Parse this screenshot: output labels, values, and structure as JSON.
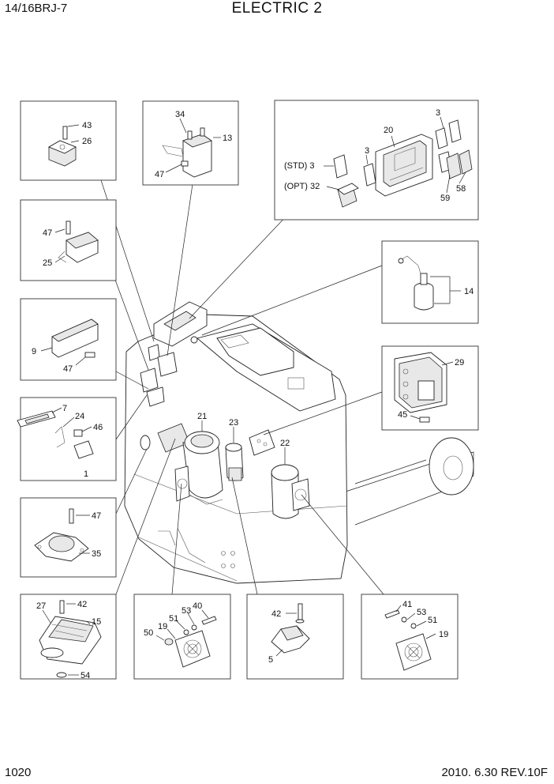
{
  "header": {
    "model": "14/16BRJ-7",
    "title": "ELECTRIC 2"
  },
  "footer": {
    "page": "1020",
    "revision": "2010. 6.30  REV.10F"
  },
  "panels": [
    {
      "id": "p1",
      "labels": [
        "43",
        "26"
      ]
    },
    {
      "id": "p2",
      "labels": [
        "34",
        "13",
        "47"
      ]
    },
    {
      "id": "p3",
      "labels": [
        "20",
        "3",
        "3",
        "(STD) 3",
        "(OPT) 32",
        "59",
        "58"
      ]
    },
    {
      "id": "p4",
      "labels": [
        "47",
        "25"
      ]
    },
    {
      "id": "p5",
      "labels": [
        "14"
      ]
    },
    {
      "id": "p6",
      "labels": [
        "9",
        "47"
      ]
    },
    {
      "id": "p7",
      "labels": [
        "29",
        "45"
      ]
    },
    {
      "id": "p8",
      "labels": [
        "7",
        "24",
        "46",
        "1"
      ]
    },
    {
      "id": "p9",
      "labels": [
        "47",
        "35"
      ]
    },
    {
      "id": "p10",
      "labels": [
        "27",
        "42",
        "15",
        "54"
      ]
    },
    {
      "id": "p11",
      "labels": [
        "40",
        "53",
        "51",
        "19",
        "50"
      ]
    },
    {
      "id": "p12",
      "labels": [
        "42",
        "5"
      ]
    },
    {
      "id": "p13",
      "labels": [
        "41",
        "53",
        "51",
        "19"
      ]
    }
  ],
  "main_labels": [
    "21",
    "23",
    "22"
  ]
}
